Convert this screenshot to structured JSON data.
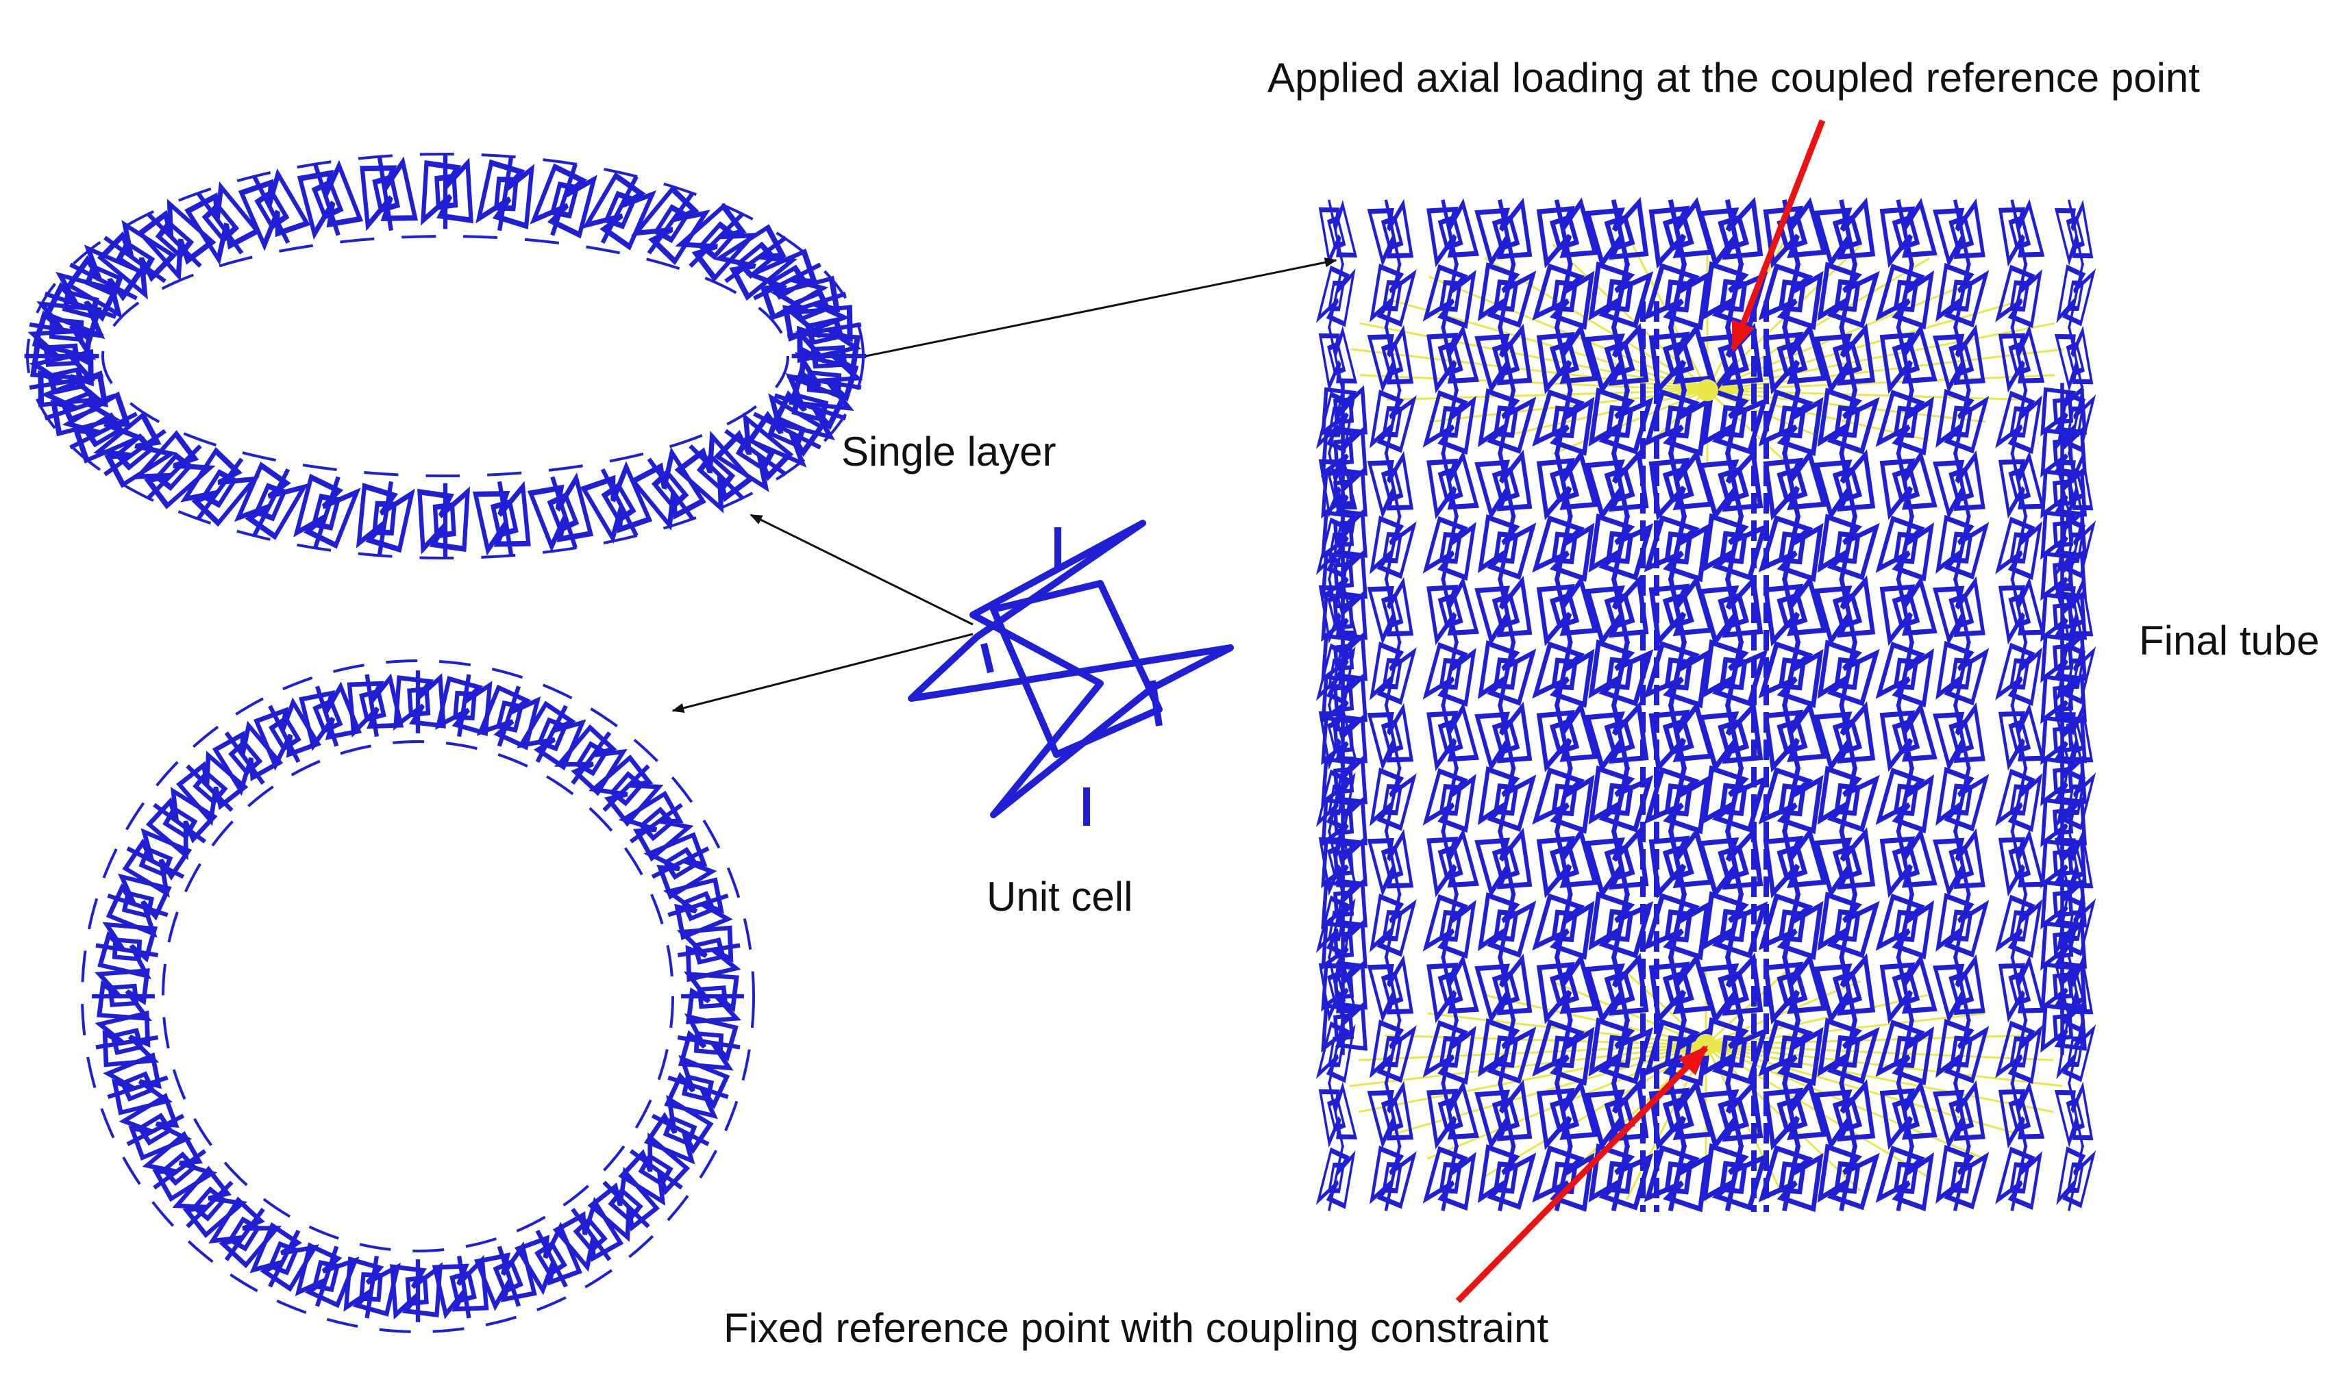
{
  "labels": {
    "applied_loading": "Applied axial loading at the coupled reference point",
    "single_layer": "Single layer",
    "final_tube": "Final tube",
    "unit_cell": "Unit cell",
    "fixed_reference": "Fixed reference point with coupling constraint"
  },
  "components": {
    "single_layer_ring": {
      "unit_cells": 40
    },
    "top_view_ring": {
      "unit_cells": 40
    },
    "final_tube": {
      "unit_cells_per_layer": 40
    }
  },
  "colors": {
    "lattice": "#1f1fd6",
    "coupling": "#e8e84a",
    "highlight_arrow": "#ee1111",
    "connector_arrow": "#111111",
    "text": "#111111"
  }
}
